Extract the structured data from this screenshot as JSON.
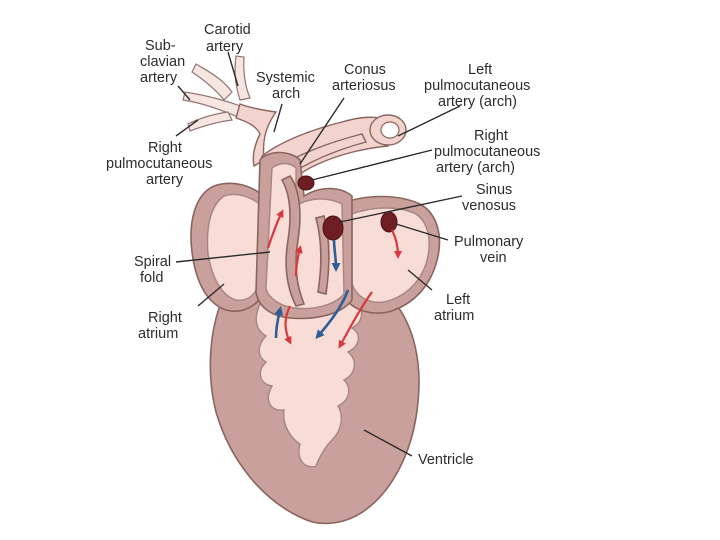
{
  "diagram": {
    "labels": {
      "carotid": [
        "Carotid",
        "artery"
      ],
      "subclavian": [
        "Sub-",
        "clavian",
        "artery"
      ],
      "systemic": [
        "Systemic",
        "arch"
      ],
      "conus": [
        "Conus",
        "arteriosus"
      ],
      "left_pulmo": [
        "Left",
        "pulmocutaneous",
        "artery (arch)"
      ],
      "right_pulmo_left": [
        "Right",
        "pulmocutaneous",
        "artery"
      ],
      "right_pulmo_right": [
        "Right",
        "pulmocutaneous",
        "artery (arch)"
      ],
      "sinus": [
        "Sinus",
        "venosus"
      ],
      "pulmonary_vein": [
        "Pulmonary",
        "vein"
      ],
      "spiral": [
        "Spiral",
        "fold"
      ],
      "left_atrium": [
        "Left",
        "atrium"
      ],
      "right_atrium": [
        "Right",
        "atrium"
      ],
      "ventricle": [
        "Ventricle"
      ]
    },
    "colors": {
      "heart_wall": "#c9a09b",
      "chamber_interior": "#f8ddd7",
      "vessel": "#f3d3ce",
      "opening": "#6e1e23",
      "oxygenated_arrow": "#d9363e",
      "deoxygenated_arrow": "#2f5d96"
    }
  }
}
